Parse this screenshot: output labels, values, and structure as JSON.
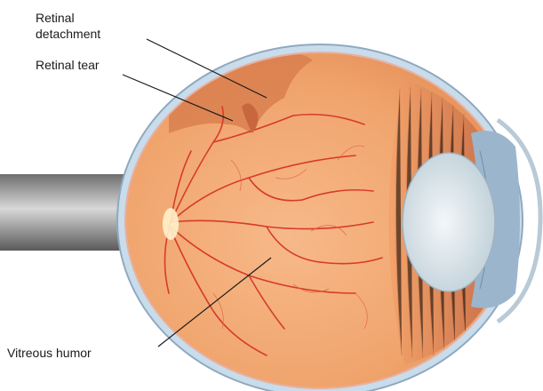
{
  "labels": {
    "retinal_detachment_line1": "Retinal",
    "retinal_detachment_line2": "detachment",
    "retinal_tear": "Retinal tear",
    "vitreous_humor": "Vitreous humor"
  },
  "colors": {
    "sclera_outer": "#c9dceb",
    "interior": "#f2a46a",
    "retina_tint": "#e98a55",
    "vessel": "#d83a2a",
    "lens": "#dfe9ee",
    "iris": "#9bb6cc",
    "optic_nerve": "#9a9a9a"
  }
}
